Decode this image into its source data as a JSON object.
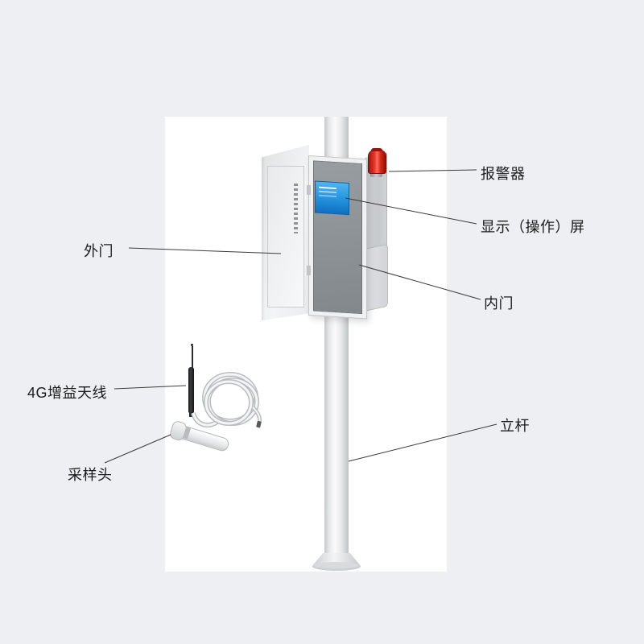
{
  "callouts": {
    "alarm": "报警器",
    "display_screen": "显示（操作）屏",
    "outer_door": "外门",
    "inner_door": "内门",
    "antenna_4g": "4G增益天线",
    "sampling_head": "采样头",
    "pole": "立杆"
  },
  "colors": {
    "background": "#edeff2",
    "stage": "#ffffff",
    "alarm_red": "#d9281b",
    "screen_blue": "#2492dd",
    "panel_gray": "#888d91",
    "leader_line": "#3a3a3a"
  }
}
